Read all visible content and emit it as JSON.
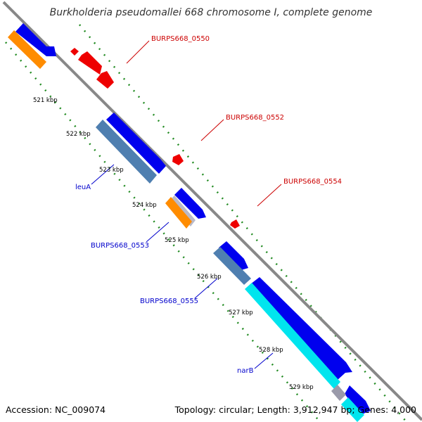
{
  "title": "Burkholderia pseudomallei 668 chromosome I, complete genome",
  "footer": {
    "accession": "Accession: NC_009074",
    "summary": "Topology: circular; Length: 3,912,947 bp; Genes: 4,000"
  },
  "colors": {
    "backbone": "#888888",
    "tick": "#228b22",
    "cds": "#0000ee",
    "gene_steel": "#4f7fb0",
    "gene_orange": "#ff8c00",
    "gene_cyan": "#00e5ee",
    "gene_red": "#ee0000",
    "label_blue": "#0000cc",
    "label_red": "#cc0000"
  },
  "scale": {
    "kbp_labels": [
      "521 kbp",
      "522 kbp",
      "523 kbp",
      "524 kbp",
      "525 kbp",
      "526 kbp",
      "527 kbp",
      "528 kbp",
      "529 kbp"
    ]
  },
  "labels": {
    "red": [
      "BURPS668_0550",
      "BURPS668_0552",
      "BURPS668_0554"
    ],
    "blue": [
      "leuA",
      "BURPS668_0553",
      "BURPS668_0555",
      "narB"
    ]
  }
}
